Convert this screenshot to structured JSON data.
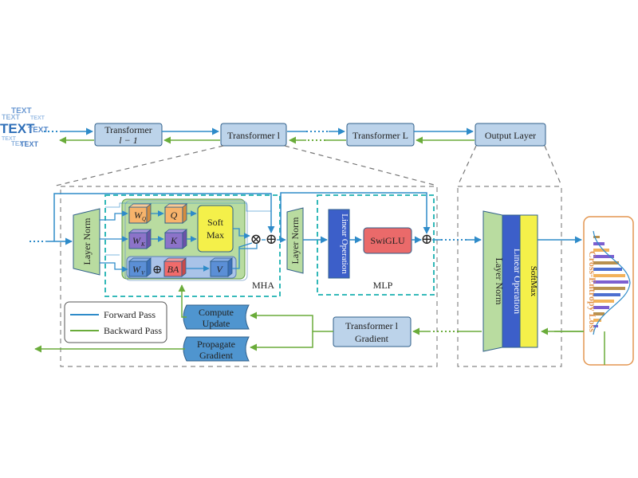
{
  "colors": {
    "forward": "#2e8bc9",
    "backward": "#6aac3a",
    "box_fill": "#bcd3ea",
    "box_stroke": "#2f5f8a",
    "dashed_teal": "#1bb0b0",
    "orange_fill": "#f7b36b",
    "purple_fill": "#8c73c9",
    "blue_fill": "#5b8fd6",
    "red_fill": "#f06b6b",
    "yellow_fill": "#f4f04a",
    "green_fill": "#b9dca0",
    "blue_bar": "#3c5fc9",
    "swiglu_fill": "#ea6a6a",
    "loss_border": "#e39650",
    "loss_text": "#e39650"
  },
  "text_cloud": [
    "TEXT",
    "TEXT",
    "TEXT",
    "TEXT",
    "TEXT",
    "TEXT",
    "TEXT",
    "TEXT"
  ],
  "top_row": {
    "transformer_prev_line1": "Transformer",
    "transformer_prev_line2": "l − 1",
    "transformer_l": "Transformer l",
    "transformer_L": "Transformer L",
    "output_layer": "Output Layer"
  },
  "block": {
    "layer_norm_1": "Layer Norm",
    "layer_norm_2": "Layer Norm",
    "wq": "W",
    "wq_sub": "Q",
    "q": "Q",
    "wk": "W",
    "wk_sub": "K",
    "k": "K",
    "wv": "W",
    "wv_sub": "V",
    "ba": "BA",
    "v": "V",
    "softmax_line1": "Soft",
    "softmax_line2": "Max",
    "mha_label": "MHA",
    "linear_operation": "Linear Operation",
    "swiglu": "SwiGLU",
    "mlp_label": "MLP",
    "otimes": "⊗",
    "oplus": "⊕"
  },
  "legend": {
    "forward": "Forward Pass",
    "backward": "Backward Pass"
  },
  "backward_boxes": {
    "compute_update_line1": "Compute",
    "compute_update_line2": "Update",
    "propagate_gradient_line1": "Propagate",
    "propagate_gradient_line2": "Gradient",
    "transformer_gradient_line1": "Transformer l",
    "transformer_gradient_line2": "Gradient"
  },
  "output_block": {
    "layer_norm": "Layer Norm",
    "linear_operation": "Linear Operation",
    "softmax": "SoftMax"
  },
  "loss": {
    "label": "Cross-Entropy Loss"
  }
}
